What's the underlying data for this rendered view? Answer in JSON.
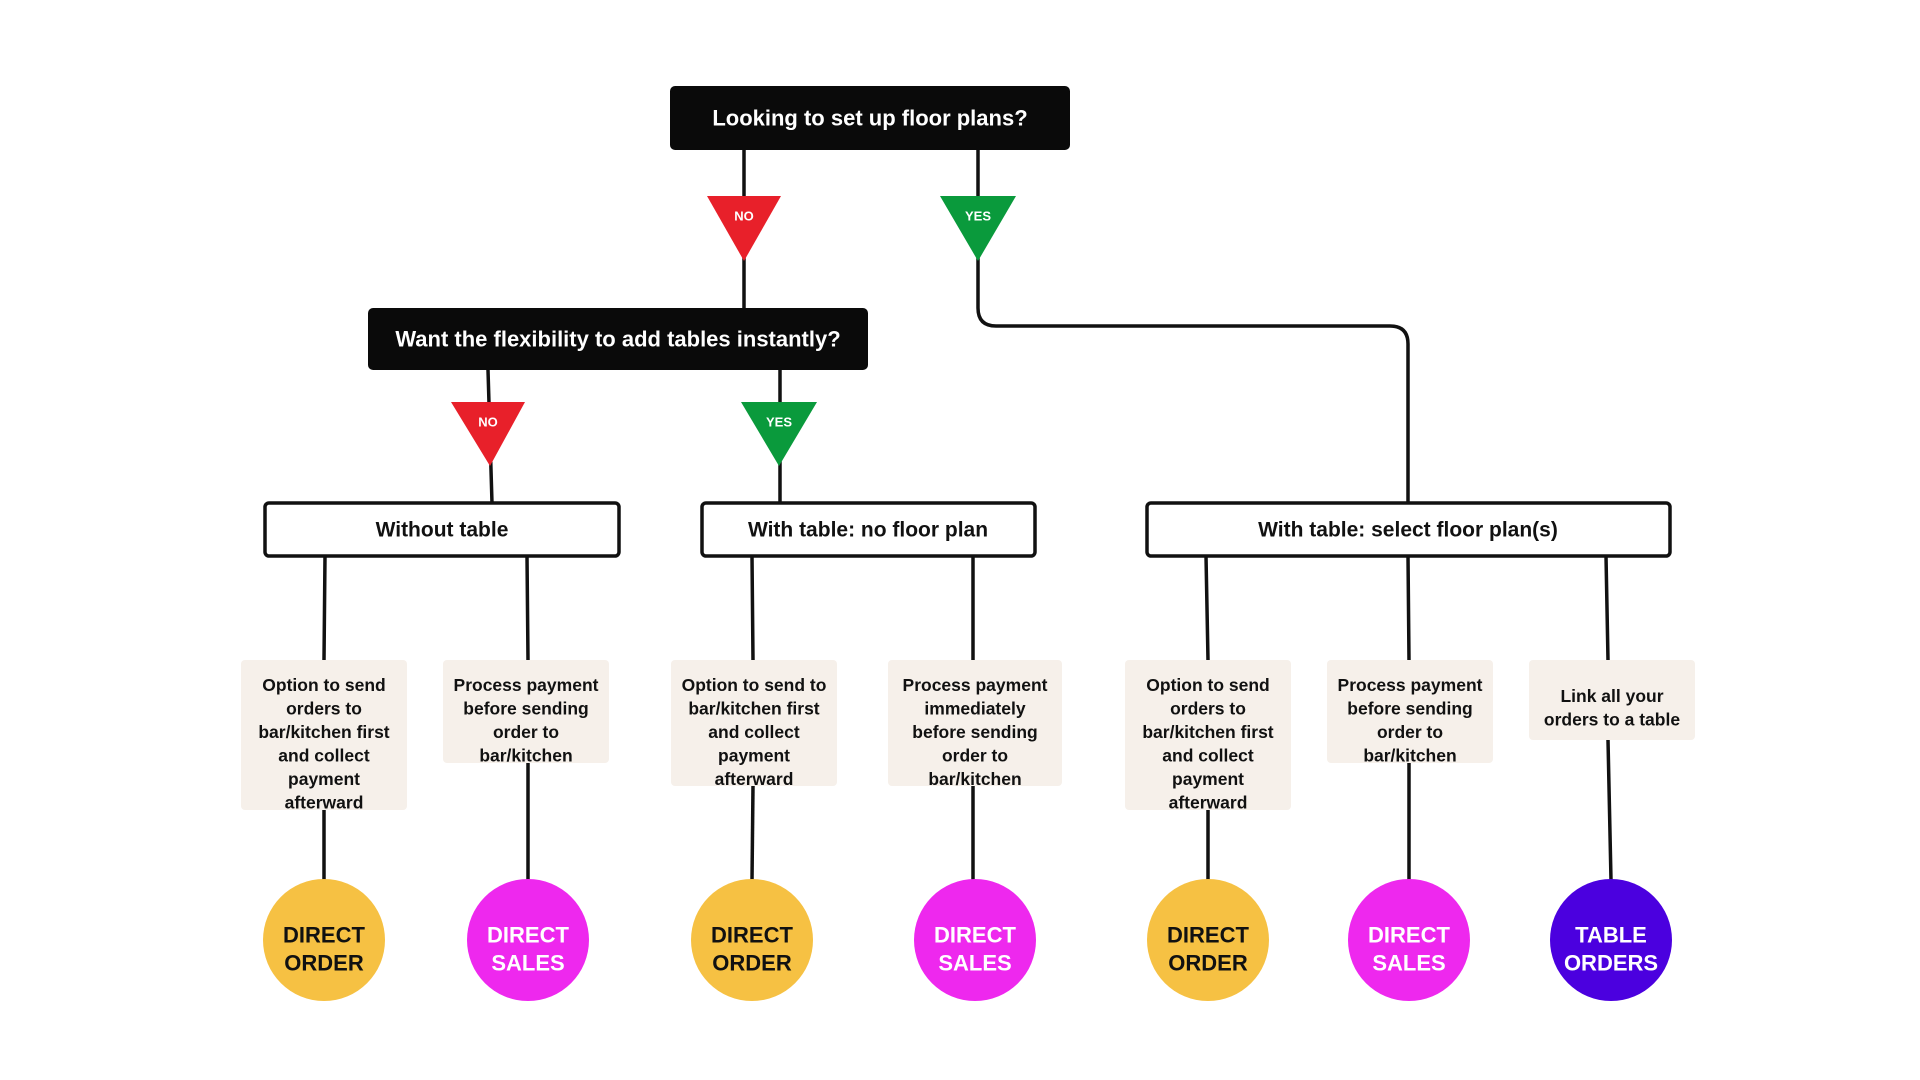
{
  "colors": {
    "no": "#e8202a",
    "yes": "#0a9a3c",
    "direct_order": "#f6c143",
    "direct_sales": "#ee28ee",
    "table_orders": "#4b00df",
    "direct_order_text": "#111111",
    "direct_sales_text": "#ffffff",
    "table_orders_text": "#ffffff"
  },
  "questions": {
    "floor_plans": "Looking to set up floor plans?",
    "flexibility": "Want the flexibility to add tables instantly?"
  },
  "answers": {
    "no": "NO",
    "yes": "YES"
  },
  "modes": {
    "without_table": "Without table",
    "no_floor_plan": "With table: no floor plan",
    "select_floor_plan": "With table: select floor plan(s)"
  },
  "descriptions": {
    "send_first": [
      "Option to send",
      "orders to",
      "bar/kitchen first",
      "and collect",
      "payment",
      "afterward"
    ],
    "pay_before": [
      "Process payment",
      "before sending",
      "order to",
      "bar/kitchen"
    ],
    "send_first_alt": [
      "Option to send to",
      "bar/kitchen first",
      "and collect",
      "payment",
      "afterward"
    ],
    "pay_immediately": [
      "Process payment",
      "immediately",
      "before sending",
      "order to",
      "bar/kitchen"
    ],
    "link_orders": [
      "Link all your",
      "orders to a table"
    ]
  },
  "outcomes": {
    "direct_order": [
      "DIRECT",
      "ORDER"
    ],
    "direct_sales": [
      "DIRECT",
      "SALES"
    ],
    "table_orders": [
      "TABLE",
      "ORDERS"
    ]
  }
}
